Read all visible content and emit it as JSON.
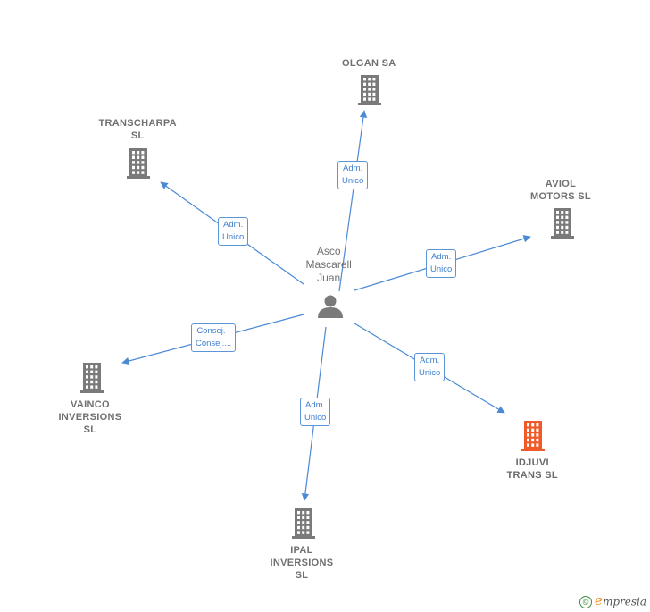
{
  "center": {
    "name_lines": [
      "Asco",
      "Mascarell",
      "Juan"
    ]
  },
  "companies": [
    {
      "id": "olgan",
      "name_lines": [
        "OLGAN SA"
      ],
      "highlight": false
    },
    {
      "id": "transcharpa",
      "name_lines": [
        "TRANSCHARPA",
        "SL"
      ],
      "highlight": false
    },
    {
      "id": "aviol",
      "name_lines": [
        "AVIOL",
        "MOTORS  SL"
      ],
      "highlight": false
    },
    {
      "id": "vainco",
      "name_lines": [
        "VAINCO",
        "INVERSIONS",
        "SL"
      ],
      "highlight": false
    },
    {
      "id": "idjuvi",
      "name_lines": [
        "IDJUVI",
        "TRANS  SL"
      ],
      "highlight": true
    },
    {
      "id": "ipal",
      "name_lines": [
        "IPAL",
        "INVERSIONS",
        "SL"
      ],
      "highlight": false
    }
  ],
  "relations": [
    {
      "to": "olgan",
      "label_lines": [
        "Adm.",
        "Unico"
      ]
    },
    {
      "to": "transcharpa",
      "label_lines": [
        "Adm.",
        "Unico"
      ]
    },
    {
      "to": "aviol",
      "label_lines": [
        "Adm.",
        "Unico"
      ]
    },
    {
      "to": "vainco",
      "label_lines": [
        "Consej. ,",
        "Consej...."
      ]
    },
    {
      "to": "idjuvi",
      "label_lines": [
        "Adm.",
        "Unico"
      ]
    },
    {
      "to": "ipal",
      "label_lines": [
        "Adm.",
        "Unico"
      ]
    }
  ],
  "colors": {
    "edge": "#4a89d6",
    "building": "#7a7a7a",
    "building_highlight": "#f05a28",
    "person": "#7a7a7a"
  },
  "footer": {
    "copyright_symbol": "©",
    "brand_initial": "e",
    "brand_rest": "mpresia"
  }
}
